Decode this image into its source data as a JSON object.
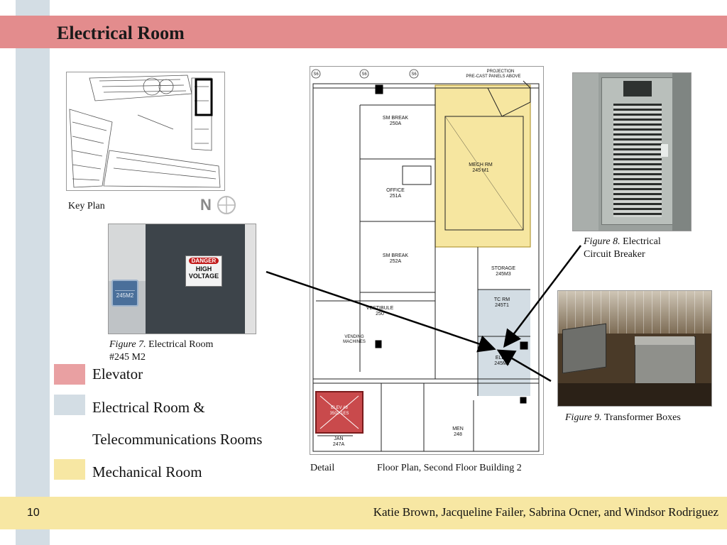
{
  "slide": {
    "title": "Electrical Room",
    "page_number": "10",
    "authors": "Katie Brown, Jacqueline Failer, Sabrina Ocner, and Windsor Rodriguez"
  },
  "key_plan": {
    "label": "Key Plan",
    "north_label": "N"
  },
  "figure7": {
    "caption_fig": "Figure 7.",
    "caption_text": " Electrical Room",
    "caption_line2": "#245 M2",
    "sign_danger": "DANGER",
    "sign_high": "HIGH",
    "sign_voltage": "VOLTAGE",
    "plate_text": "245M2"
  },
  "figure8": {
    "caption_fig": "Figure 8.",
    "caption_text": " Electrical",
    "caption_line2": "Circuit Breaker"
  },
  "figure9": {
    "caption_fig": "Figure 9.",
    "caption_text": " Transformer Boxes"
  },
  "legend": [
    {
      "label": "Elevator",
      "color": "#e9a0a2"
    },
    {
      "label": "Electrical Room &",
      "color": "#d3dde4"
    },
    {
      "label": "Telecommunications Rooms",
      "color": null
    },
    {
      "label": "Mechanical Room",
      "color": "#f7e7a3"
    }
  ],
  "floor_plan": {
    "detail_label": "Detail",
    "caption": "Floor Plan, Second Floor Building 2",
    "rooms": {
      "sm_break_1": "SM BREAK",
      "sm_break_1_no": "250A",
      "office": "OFFICE",
      "office_no": "251A",
      "sm_break_2": "SM BREAK",
      "sm_break_2_no": "252A",
      "mech": "MECH RM",
      "mech_no": "245 M1",
      "storage": "STORAGE",
      "storage_no": "245M3",
      "tc": "TC RM",
      "tc_no": "245T1",
      "elec": "ELEC",
      "elec_no": "245M2",
      "vestibule": "VESTIBULE",
      "vestibule_no": "250",
      "vending": "VENDING",
      "vending2": "MACHINES",
      "elev": "ELEV #3",
      "elev_no": "3502-1ES",
      "jan": "JAN",
      "jan_no": "247A",
      "men": "MEN",
      "men_no": "248",
      "mech_top": "PROJECTION",
      "mech_top2": "PRE-CAST PANELS ABOVE",
      "s6": "S6"
    }
  }
}
